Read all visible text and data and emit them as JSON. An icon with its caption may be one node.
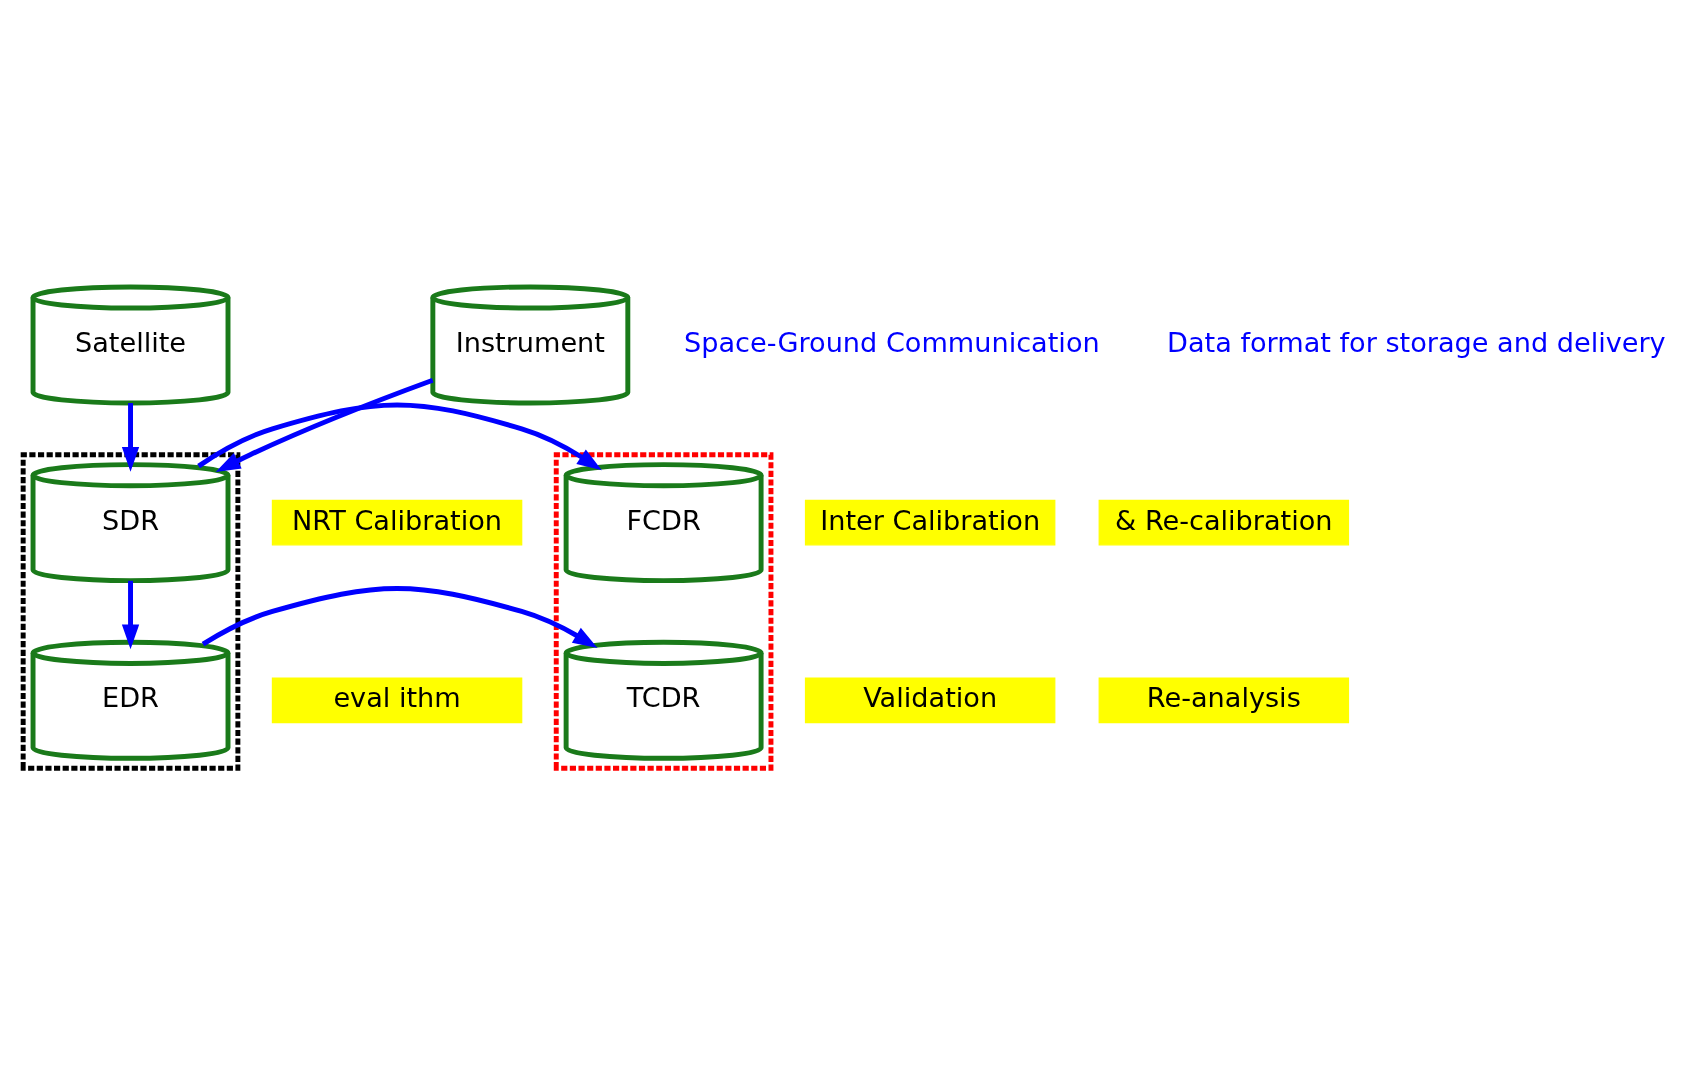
{
  "diagram": {
    "nodes": [
      {
        "text": [
          "Satellite"
        ]
      },
      {
        "text": [
          "Instrument"
        ]
      },
      {
        "text": [
          "NRT Calibration"
        ]
      },
      {
        "text": [],
        "shape": "box"
      },
      {
        "text": [
          "SDR"
        ],
        "in": 3
      },
      {
        "text": [
          "EDR"
        ],
        "in": 3
      },
      {
        "text": [
          "eval ithm"
        ]
      },
      {
        "text": [
          "Inter Calibration"
        ]
      },
      {
        "text": [
          "& Re-calibration"
        ]
      },
      {
        "text": [
          "Validation"
        ]
      },
      {
        "text": [
          "Re-analysis"
        ]
      },
      {
        "text": [],
        "shape": "box"
      },
      {
        "text": [
          "FCDR"
        ],
        "in": 11
      },
      {
        "text": [
          "TCDR"
        ],
        "in": 11
      }
    ],
    "edges": [
      {
        "from": 0,
        "to": 4,
        "arrow": "to"
      },
      {
        "from": 1,
        "to": 4,
        "arrow": "to"
      },
      {
        "from": 4,
        "to": 5,
        "arrow": "to"
      },
      {
        "from": 4,
        "to": 12,
        "arrow": "to"
      },
      {
        "from": 5,
        "to": 13,
        "arrow": "to"
      }
    ],
    "labels": [
      "Space-Ground Communication",
      "Data format for storage and delivery"
    ]
  }
}
